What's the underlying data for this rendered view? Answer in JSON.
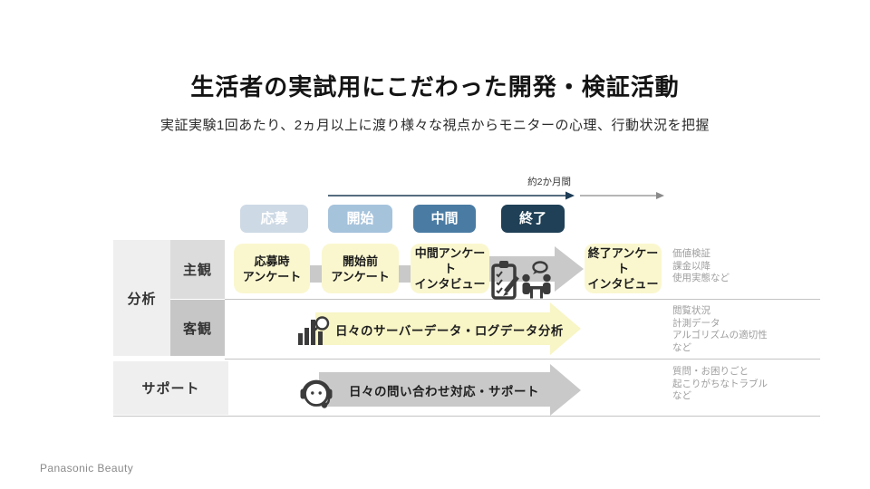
{
  "slide": {
    "title": "生活者の実試用にこだわった開発・検証活動",
    "subtitle": "実証実験1回あたり、2ヵ月以上に渡り様々な視点からモニターの心理、行動状況を把握",
    "brand": "Panasonic Beauty"
  },
  "timeline": {
    "duration_label": "約2か月間",
    "arrow_color": "#1d3c55",
    "extension_arrow_color": "#8a8a8a",
    "phases": [
      {
        "label": "応募",
        "color": "#cdd9e5"
      },
      {
        "label": "開始",
        "color": "#a6c3dc"
      },
      {
        "label": "中間",
        "color": "#4a7ba3"
      },
      {
        "label": "終了",
        "color": "#1f4056"
      }
    ]
  },
  "matrix": {
    "analysis_label": "分析",
    "box_color": "#faf7cf",
    "yellow_arrow_color": "#f8f5c6",
    "gray_arrow_color": "#c9c9c9",
    "connector_color": "#c9c9c9",
    "icon_color": "#3b3b3b",
    "rows": [
      {
        "label": "主観",
        "boxes": [
          "応募時\nアンケート",
          "開始前\nアンケート",
          "中間アンケート\nインタビュー",
          "終了アンケート\nインタビュー"
        ],
        "note": "価値検証\n課金以降\n使用実態など"
      },
      {
        "label": "客観",
        "arrow_label": "日々のサーバーデータ・ログデータ分析",
        "note": "閲覧状況\n計測データ\nアルゴリズムの適切性\nなど"
      },
      {
        "label": "サポート",
        "arrow_label": "日々の問い合わせ対応・サポート",
        "note": "質問・お困りごと\n起こりがちなトラブル\nなど"
      }
    ]
  }
}
